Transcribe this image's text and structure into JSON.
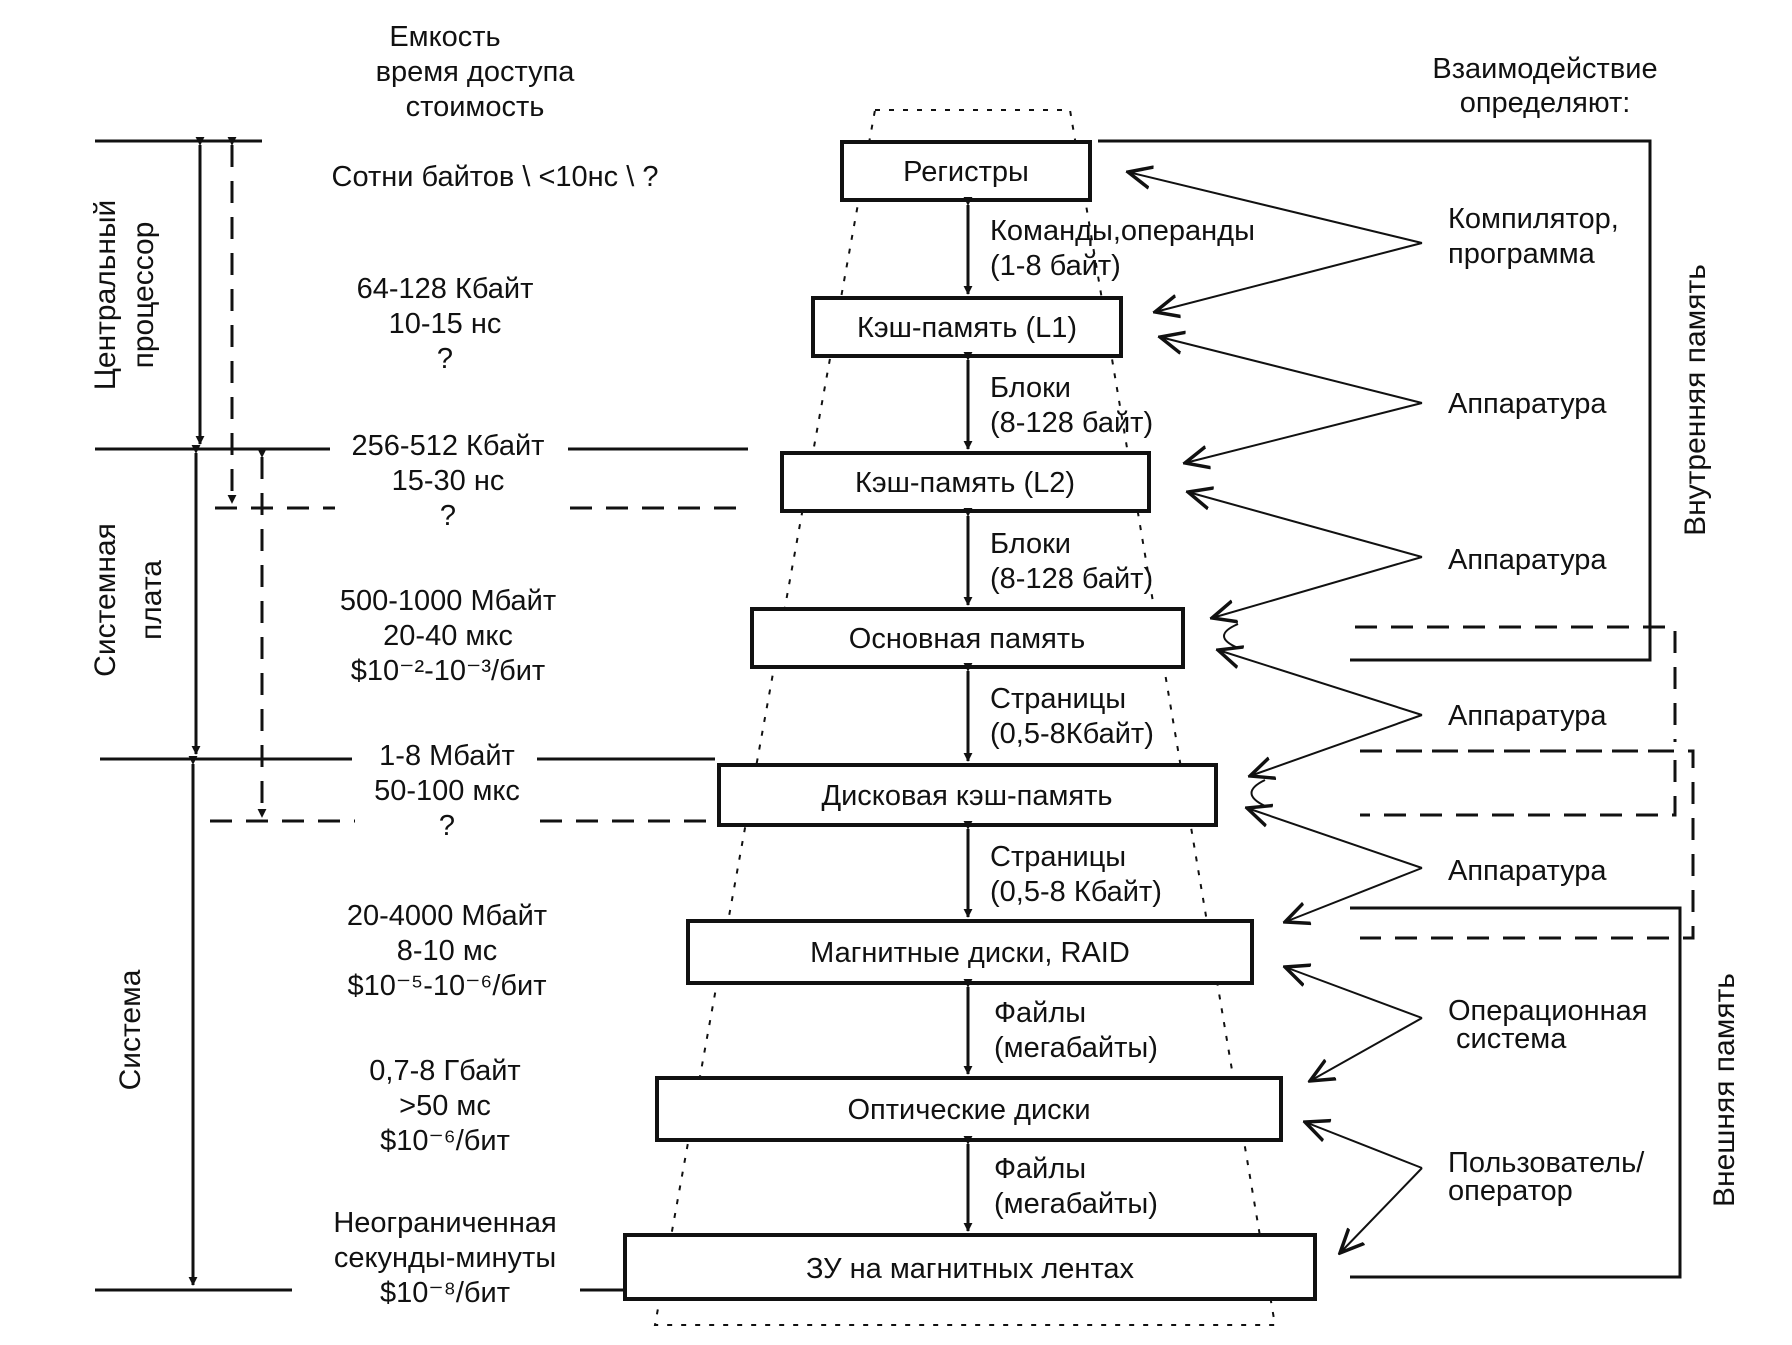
{
  "header": {
    "left_line1": "Емкость",
    "left_line2": "время доступа",
    "left_line3": "стоимость",
    "right_line1": "Взаимодействие",
    "right_line2": "определяют:"
  },
  "sides": {
    "cpu_line1": "Центральный",
    "cpu_line2": "процессор",
    "board_line1": "Системная",
    "board_line2": "плата",
    "system": "Система",
    "internal_memory": "Внутренняя память",
    "external_memory": "Внешняя память"
  },
  "levels": [
    {
      "name": "Регистры",
      "specs": [
        "Сотни байтов \\ <10нс \\ ?"
      ]
    },
    {
      "name": "Кэш-память (L1)",
      "specs": [
        "64-128 Кбайт",
        "10-15 нс",
        "?"
      ]
    },
    {
      "name": "Кэш-память (L2)",
      "specs": [
        "256-512 Кбайт",
        "15-30 нс",
        "?"
      ]
    },
    {
      "name": "Основная память",
      "specs": [
        "500-1000 Мбайт",
        "20-40 мкс",
        "$10⁻²-10⁻³/бит"
      ]
    },
    {
      "name": "Дисковая кэш-память",
      "specs": [
        "1-8 Мбайт",
        "50-100 мкс",
        "?"
      ]
    },
    {
      "name": "Магнитные диски, RAID",
      "specs": [
        "20-4000 Мбайт",
        "8-10 мс",
        "$10⁻⁵-10⁻⁶/бит"
      ]
    },
    {
      "name": "Оптические диски",
      "specs": [
        "0,7-8 Гбайт",
        ">50 мс",
        "$10⁻⁶/бит"
      ]
    },
    {
      "name": "ЗУ на магнитных лентах",
      "specs": [
        "Неограниченная",
        "секунды-минуты",
        "$10⁻⁸/бит"
      ]
    }
  ],
  "transfers": [
    {
      "line1": "Команды,операнды",
      "line2": "(1-8 байт)"
    },
    {
      "line1": "Блоки",
      "line2": "(8-128 байт)"
    },
    {
      "line1": "Блоки",
      "line2": "(8-128 байт)"
    },
    {
      "line1": "Страницы",
      "line2": "(0,5-8Кбайт)"
    },
    {
      "line1": "Страницы",
      "line2": "(0,5-8 Кбайт)"
    },
    {
      "line1": "Файлы",
      "line2": "(мегабайты)"
    },
    {
      "line1": "Файлы",
      "line2": "(мегабайты)"
    }
  ],
  "controllers": [
    {
      "line1": "Компилятор,",
      "line2": "программа"
    },
    {
      "line1": "Аппаратура",
      "line2": ""
    },
    {
      "line1": "Аппаратура",
      "line2": ""
    },
    {
      "line1": "Аппаратура",
      "line2": ""
    },
    {
      "line1": "Аппаратура",
      "line2": ""
    },
    {
      "line1": "Операционная",
      "line2": "система"
    },
    {
      "line1": "Пользователь/",
      "line2": "оператор"
    }
  ]
}
